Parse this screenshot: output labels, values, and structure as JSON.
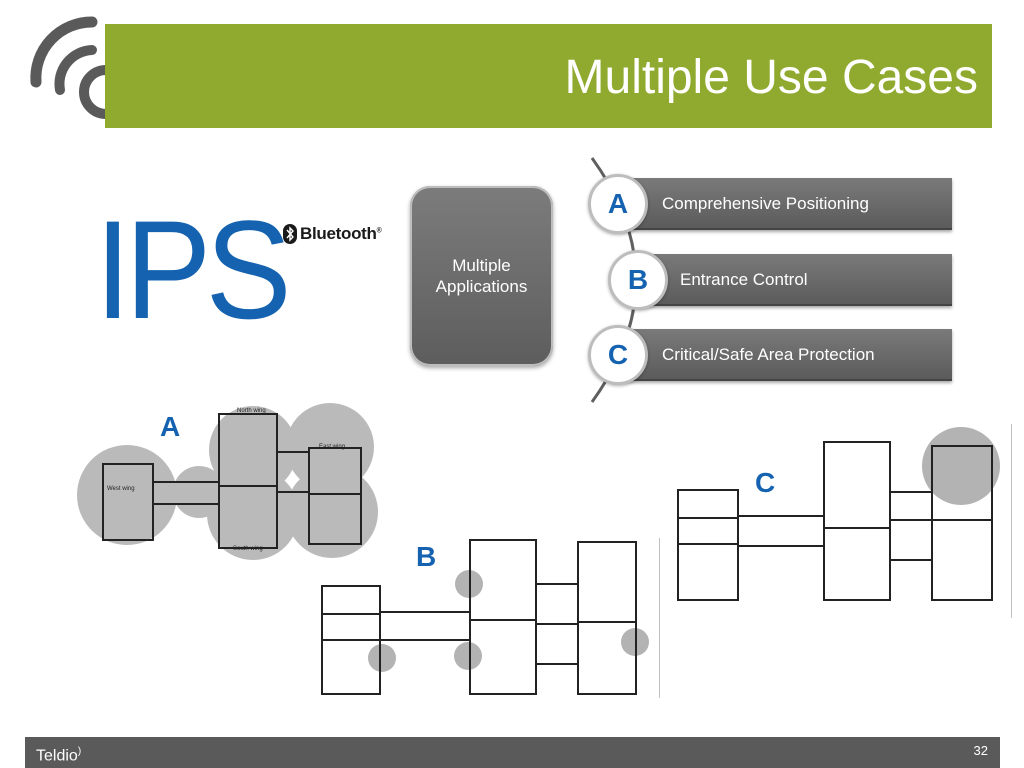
{
  "header": {
    "title": "Multiple Use Cases"
  },
  "ips": {
    "word": "IPS",
    "bluetooth": "Bluetooth",
    "registered": "®"
  },
  "center_box": {
    "label": "Multiple\nApplications"
  },
  "use_cases": [
    {
      "letter": "A",
      "label": "Comprehensive Positioning"
    },
    {
      "letter": "B",
      "label": "Entrance Control"
    },
    {
      "letter": "C",
      "label": "Critical/Safe Area Protection"
    }
  ],
  "floorplans": {
    "a": {
      "label": "A",
      "north_wing": "North wing",
      "east_wing": "East wing",
      "west_wing": "West wing",
      "south_wing": "South wing"
    },
    "b": {
      "label": "B"
    },
    "c": {
      "label": "C"
    }
  },
  "footer": {
    "brand": "Teldio",
    "page_number": "32"
  },
  "colors": {
    "title_green": "#8faa2e",
    "ips_blue": "#1563b0",
    "bar_gray": "#6a6a6a",
    "footer_gray": "#5a5a5a",
    "zone_gray": "#b3b3b3"
  }
}
